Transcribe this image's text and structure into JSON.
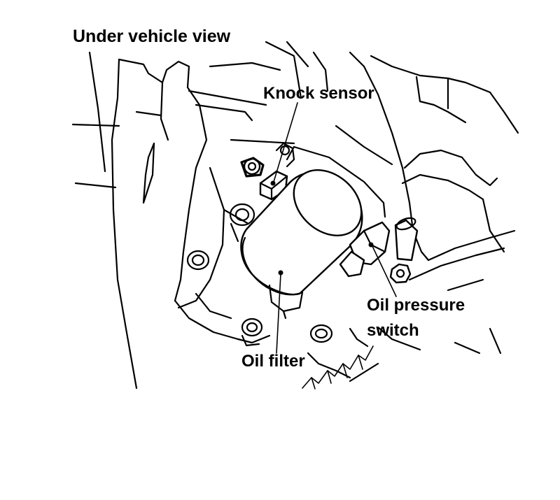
{
  "diagram": {
    "view_label": "Under vehicle view",
    "callouts": {
      "knock_sensor": "Knock sensor",
      "oil_pressure_switch_line1": "Oil pressure",
      "oil_pressure_switch_line2": "switch",
      "oil_filter": "Oil filter"
    }
  },
  "colors": {
    "ink": "#000000",
    "paper": "#ffffff"
  }
}
